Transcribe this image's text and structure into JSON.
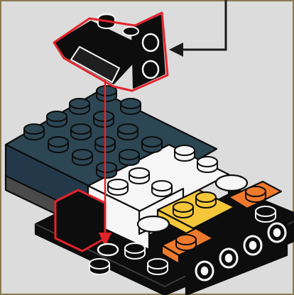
{
  "scene": {
    "type": "brick-building-instruction-step",
    "background": "#dcdcdc",
    "frame_color": "#8a7a4f",
    "highlight_color": "#e3232a",
    "arrow_color": "#1a1a1a",
    "colors": {
      "dark_slate": "#2c4654",
      "black": "#0d0d0d",
      "white": "#f6f6f6",
      "orange": "#f07a2c",
      "yellow": "#f4c63a",
      "gray_base": "#4a4a4a"
    },
    "parts": [
      {
        "name": "slope-bracket-piece",
        "color": "black",
        "state": "being-added"
      },
      {
        "name": "dark-slate-brick",
        "color": "dark_slate"
      },
      {
        "name": "white-bricks",
        "color": "white"
      },
      {
        "name": "yellow-plate",
        "color": "yellow"
      },
      {
        "name": "orange-tiles",
        "color": "orange"
      },
      {
        "name": "black-base-plate",
        "color": "black"
      }
    ],
    "callout": {
      "direction": "left",
      "points_to": "slope-bracket-piece"
    },
    "placement_guide": {
      "direction": "down",
      "target": "base-plate-stud"
    }
  }
}
